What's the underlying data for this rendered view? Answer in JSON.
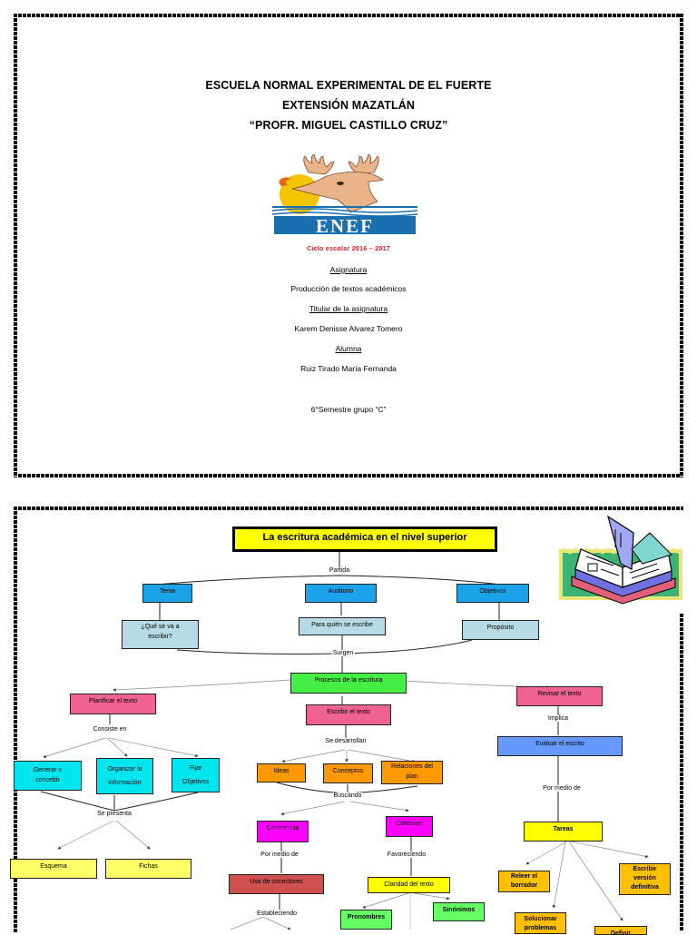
{
  "cover": {
    "school_line1": "ESCUELA NORMAL EXPERIMENTAL DE EL FUERTE",
    "school_line2": "EXTENSIÓN MAZATLÁN",
    "school_line3": "“PROFR. MIGUEL CASTILLO CRUZ”",
    "logo_text": "ENEF",
    "cycle": "Ciclo escolar 2016 – 2017",
    "subject_label": "Asignatura",
    "subject": "Producción de textos académicos",
    "teacher_label": "Titular de la asignatura",
    "teacher": "Karem Denisse  Alvarez Tomero",
    "student_label": "Alumna",
    "student": "Ruiz Tirado María Fernanda",
    "semester": "6°Semestre grupo  “C”"
  },
  "concept_map": {
    "title": "La escritura académica en el nivel superior",
    "connectors": {
      "partida": "Partida",
      "surgen": "Surgen",
      "consiste_en": "Consiste en",
      "se_presenta": "Se presenta",
      "se_desarrollan": "Se desarrollan",
      "buscando": "Buscando",
      "por_medio_de_1": "Por medio de",
      "favoreciendo": "Favoreciendo",
      "estableciendo": "Estableciendo",
      "implica": "Implica",
      "por_medio_de_2": "Por medio de"
    },
    "nodes": {
      "tema": "Tema",
      "auditorio": "Auditorio",
      "objetivos": "Objetivos",
      "que_escribir": "¿Qué se va a escribir?",
      "para_quien": "Para quién se escribe",
      "proposito": "Propósito",
      "procesos": "Procesos de la escritura",
      "planificar": "Planificar el texto",
      "escribir": "Escribir el texto",
      "revisar": "Revisar el texto",
      "generar": "Generar o concebir",
      "organizar": "Organizar la información",
      "fijar": "Fijar Objetivos",
      "esquema": "Esquema",
      "fichas": "Fichas",
      "ideas": "Ideas",
      "conceptos": "Conceptos",
      "relaciones": "Relaciones del plan",
      "coherencia": "Coherencia",
      "cohesion": "Cohesión",
      "conectores": "Uso de conectores",
      "claridad": "Claridad del texto",
      "pronombres": "Pronombres",
      "sinonimos": "Sinónimos",
      "evaluar": "Evaluar el escrito",
      "tareas": "Tareas",
      "releer": "Releer el borrador",
      "solucionar": "Solucionar problemas",
      "escribir_version": "Escribir versión definitiva",
      "partial_box": "Definir"
    },
    "colors": {
      "title_bg": "#ffff00",
      "blue": "#1aa3e8",
      "light_blue": "#b7dbe6",
      "green": "#44ee44",
      "pink": "#f06292",
      "cyan": "#00e5ee",
      "yellow": "#ffff66",
      "orange": "#ff9900",
      "magenta": "#ff00ff",
      "dark_red": "#d05050",
      "light_green": "#66ff66",
      "periwinkle": "#6699ff",
      "gold": "#ffc000"
    }
  }
}
